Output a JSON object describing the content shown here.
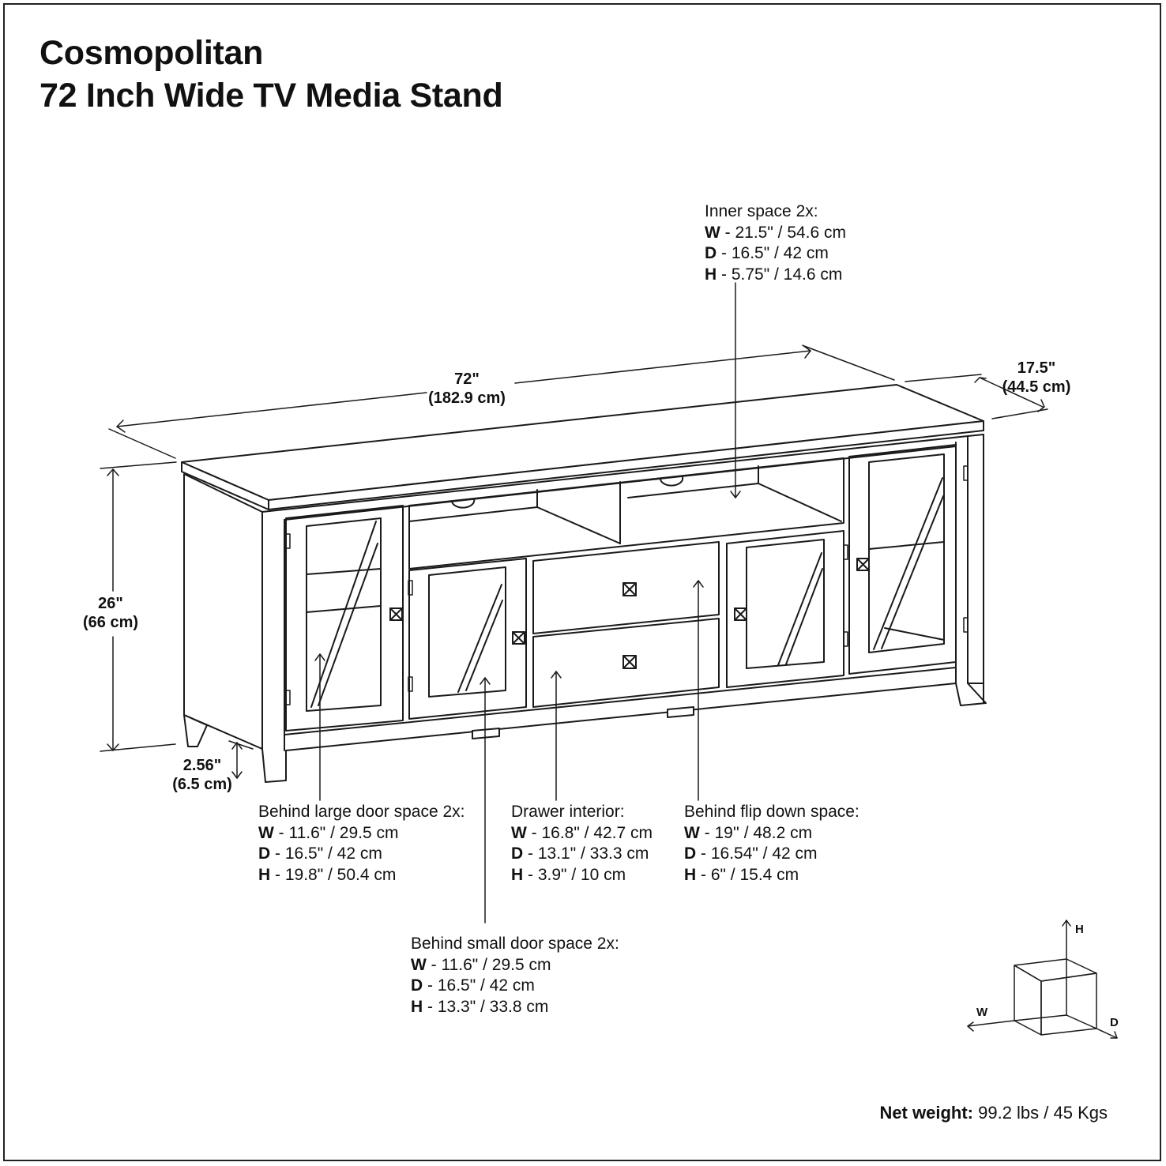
{
  "title": {
    "line1": "Cosmopolitan",
    "line2": "72 Inch Wide TV Media Stand"
  },
  "dimensions": {
    "width": {
      "imperial": "72\"",
      "metric": "(182.9 cm)"
    },
    "depth": {
      "imperial": "17.5\"",
      "metric": "(44.5 cm)"
    },
    "height": {
      "imperial": "26\"",
      "metric": "(66 cm)"
    },
    "leg_height": {
      "imperial": "2.56\"",
      "metric": "(6.5 cm)"
    }
  },
  "inner_space": {
    "heading": "Inner space 2x:",
    "w_label": "W",
    "w_value": " - 21.5\" / 54.6 cm",
    "d_label": "D",
    "d_value": " - 16.5\" / 42 cm",
    "h_label": "H",
    "h_value": " - 5.75\" / 14.6 cm"
  },
  "large_door": {
    "heading": "Behind large door space 2x:",
    "w_label": "W",
    "w_value": " - 11.6\" / 29.5 cm",
    "d_label": "D",
    "d_value": " - 16.5\" / 42 cm",
    "h_label": "H",
    "h_value": " - 19.8\" / 50.4 cm"
  },
  "drawer": {
    "heading": "Drawer interior:",
    "w_label": "W",
    "w_value": " - 16.8\" / 42.7 cm",
    "d_label": "D",
    "d_value": " - 13.1\" / 33.3 cm",
    "h_label": "H",
    "h_value": " - 3.9\" / 10 cm"
  },
  "flip_down": {
    "heading": "Behind flip down space:",
    "w_label": "W",
    "w_value": " - 19'' / 48.2 cm",
    "d_label": "D",
    "d_value": " - 16.54\" / 42 cm",
    "h_label": "H",
    "h_value": " - 6\" / 15.4 cm"
  },
  "small_door": {
    "heading": "Behind small door space 2x:",
    "w_label": "W",
    "w_value": " - 11.6\" / 29.5 cm",
    "d_label": "D",
    "d_value": " - 16.5\" / 42 cm",
    "h_label": "H",
    "h_value": " - 13.3\" / 33.8 cm"
  },
  "axis_legend": {
    "h": "H",
    "w": "W",
    "d": "D"
  },
  "net_weight": {
    "label": "Net weight:",
    "value": " 99.2 lbs / 45 Kgs"
  }
}
